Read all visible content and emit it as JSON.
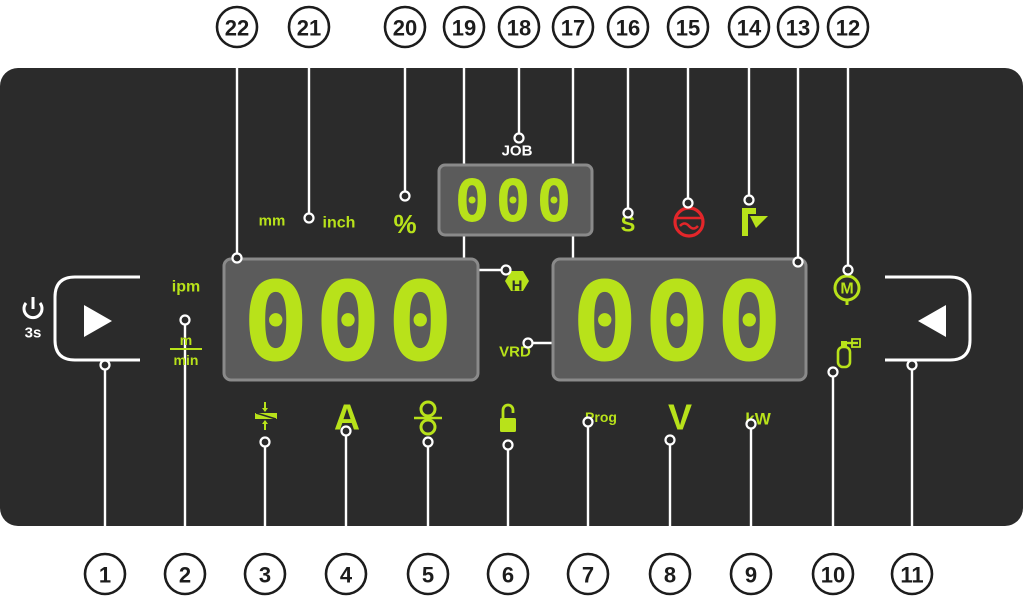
{
  "callouts": [
    "1",
    "2",
    "3",
    "4",
    "5",
    "6",
    "7",
    "8",
    "9",
    "10",
    "11",
    "12",
    "13",
    "14",
    "15",
    "16",
    "17",
    "18",
    "19",
    "20",
    "21",
    "22"
  ],
  "labels": {
    "job": "JOB",
    "mm": "mm",
    "inch": "inch",
    "percent": "%",
    "ipm": "ipm",
    "m": "m",
    "min": "min",
    "amps": "A",
    "volts": "V",
    "kw": "kW",
    "prog": "Prog",
    "vrd": "VRD",
    "h": "H",
    "s": "S",
    "m_circle": "M",
    "power_time": "3s"
  },
  "displays": {
    "left": "000",
    "right": "000",
    "job": "000"
  },
  "colors": {
    "panel": "#2b2b2b",
    "accent": "#b8e21a",
    "alarm": "#e3262a",
    "lcd": "#5b5b5b"
  },
  "icons": [
    "power-icon",
    "play-right-icon",
    "play-left-icon",
    "wire-thickness-icon",
    "wire-spool-icon",
    "lock-icon",
    "gas-bottle-icon",
    "water-cooling-icon",
    "torch-trigger-icon"
  ]
}
